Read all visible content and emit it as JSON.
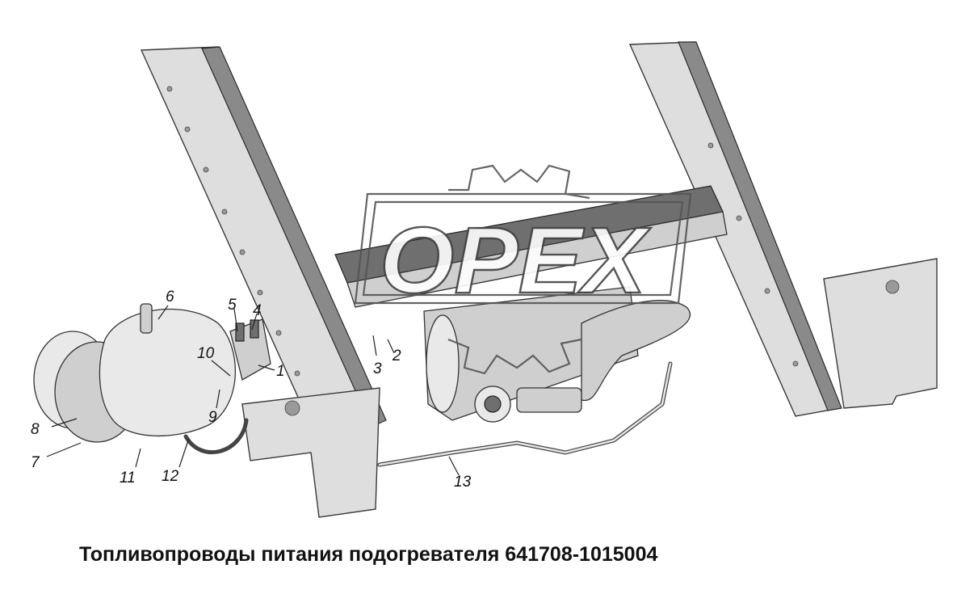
{
  "caption": "Топливопроводы питания подогревателя 641708-1015004",
  "watermark": {
    "text": "ОРЕХ",
    "icon": "gear-logo-icon"
  },
  "callouts": [
    {
      "number": "1"
    },
    {
      "number": "2"
    },
    {
      "number": "3"
    },
    {
      "number": "4"
    },
    {
      "number": "5"
    },
    {
      "number": "6"
    },
    {
      "number": "7"
    },
    {
      "number": "8"
    },
    {
      "number": "9"
    },
    {
      "number": "10"
    },
    {
      "number": "11"
    },
    {
      "number": "12"
    },
    {
      "number": "13"
    }
  ],
  "colors": {
    "frame": "#dedede",
    "line": "#333333",
    "text": "#111111"
  }
}
